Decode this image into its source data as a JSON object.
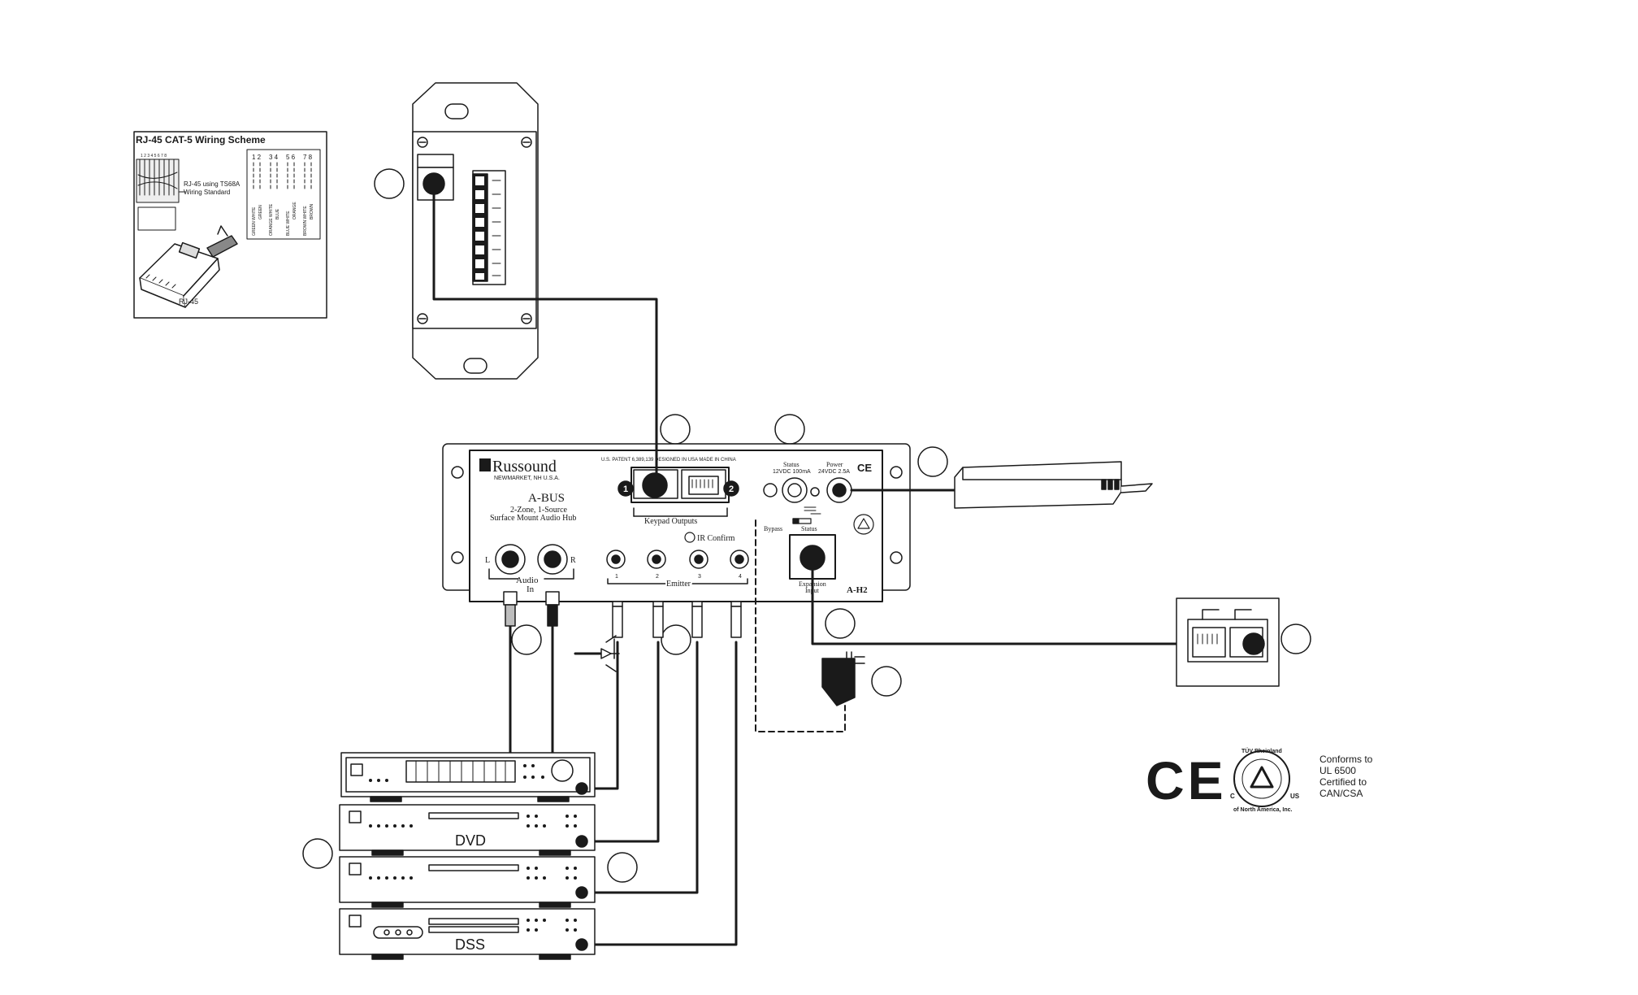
{
  "wiring_scheme": {
    "title": "RJ-45 CAT-5 Wiring Scheme",
    "pin_numbers": "1 2 3 4 5 6 7 8",
    "note_line1": "RJ-45 using TS68A",
    "note_line2": "Wiring Standard",
    "pair_headers": [
      "1 2",
      "3 4",
      "5 6",
      "7 8"
    ],
    "wire_colors": [
      "GREEN WHITE",
      "GREEN",
      "ORANGE WHITE",
      "BLUE",
      "BLUE WHITE",
      "ORANGE",
      "BROWN WHITE",
      "BROWN"
    ],
    "connector_label": "RJ-45"
  },
  "hub": {
    "brand": "Russound",
    "location": "NEWMARKET, NH U.S.A.",
    "product": "A-BUS",
    "desc1": "2-Zone, 1-Source",
    "desc2": "Surface Mount Audio Hub",
    "legal": "U.S. PATENT 6,389,139   DESIGNED IN USA   MADE IN CHINA",
    "port1": "1",
    "port2": "2",
    "keypad_label": "Keypad Outputs",
    "ir_confirm": "IR Confirm",
    "status_label": "Status",
    "status_spec": "12VDC 100mA",
    "power_label": "Power",
    "power_spec": "24VDC 2.5A",
    "bypass_label": "Bypass",
    "status_switch_label": "Status",
    "expansion_label1": "Expansion",
    "expansion_label2": "Input",
    "model": "A-H2",
    "audio_label1": "Audio",
    "audio_label2": "In",
    "audio_l": "L",
    "audio_r": "R",
    "emitter_label": "Emitter",
    "emitter_nums": [
      "1",
      "2",
      "3",
      "4"
    ]
  },
  "sources": {
    "dvd_label": "DVD",
    "dss_label": "DSS"
  },
  "cert": {
    "ce_mark": "CE",
    "tuv_top": "TÜV Rheinland",
    "tuv_bottom": "of North America, Inc.",
    "tuv_c": "C",
    "tuv_us": "US",
    "line1": "Conforms to",
    "line2": "UL 6500",
    "line3": "Certified to",
    "line4": "CAN/CSA"
  },
  "colors": {
    "line": "#1a1a1a",
    "panel": "#ffffff",
    "fill_dark": "#1a1a1a",
    "fill_gray": "#bdbdbd"
  }
}
